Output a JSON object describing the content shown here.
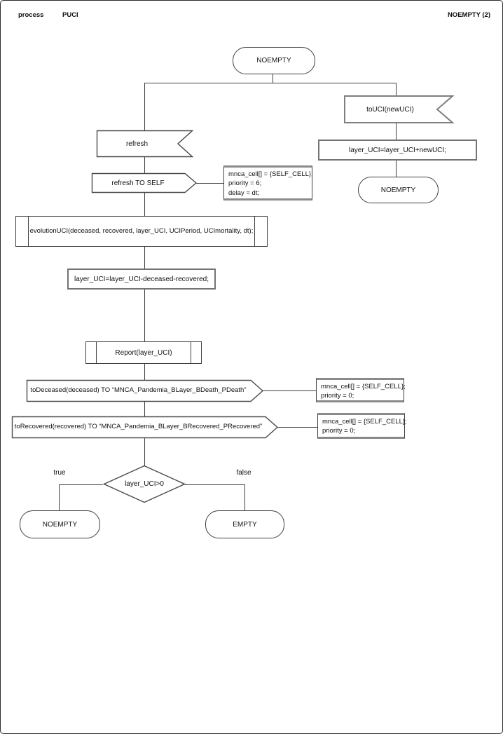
{
  "header": {
    "diagram_kind": "process",
    "process_name": "PUCI",
    "page_title": "NOEMPTY (2)"
  },
  "states": {
    "start": "NOEMPTY",
    "after_toUCI": "NOEMPTY",
    "decision_true_state": "NOEMPTY",
    "decision_false_state": "EMPTY"
  },
  "signals": {
    "input_toUCI": "toUCI(newUCI)",
    "input_refresh": "refresh",
    "output_refresh_self": "refresh TO SELF",
    "output_to_deceased": "toDeceased(deceased) TO “MNCA_Pandemia_BLayer_BDeath_PDeath”",
    "output_to_recovered": "toRecovered(recovered) TO “MNCA_Pandemia_BLayer_BRecovered_PRecovered”"
  },
  "tasks": {
    "add_uci": "layer_UCI=layer_UCI+newUCI;",
    "subtract": "layer_UCI=layer_UCI-deceased-recovered;"
  },
  "procedures": {
    "evolution": "evolutionUCI(deceased, recovered, layer_UCI, UCIPeriod, UCImortality, dt);",
    "report": "Report(layer_UCI)"
  },
  "comments": {
    "refresh_self": {
      "lines": [
        "mnca_cell[] = {SELF_CELL};",
        "priority = 6;",
        "delay = dt;"
      ]
    },
    "to_deceased": {
      "lines": [
        "mnca_cell[] = {SELF_CELL};",
        "priority = 0;"
      ]
    },
    "to_recovered": {
      "lines": [
        "mnca_cell[] = {SELF_CELL};",
        "priority = 0;"
      ]
    }
  },
  "decision": {
    "condition": "layer_UCI>0",
    "true_label": "true",
    "false_label": "false"
  }
}
